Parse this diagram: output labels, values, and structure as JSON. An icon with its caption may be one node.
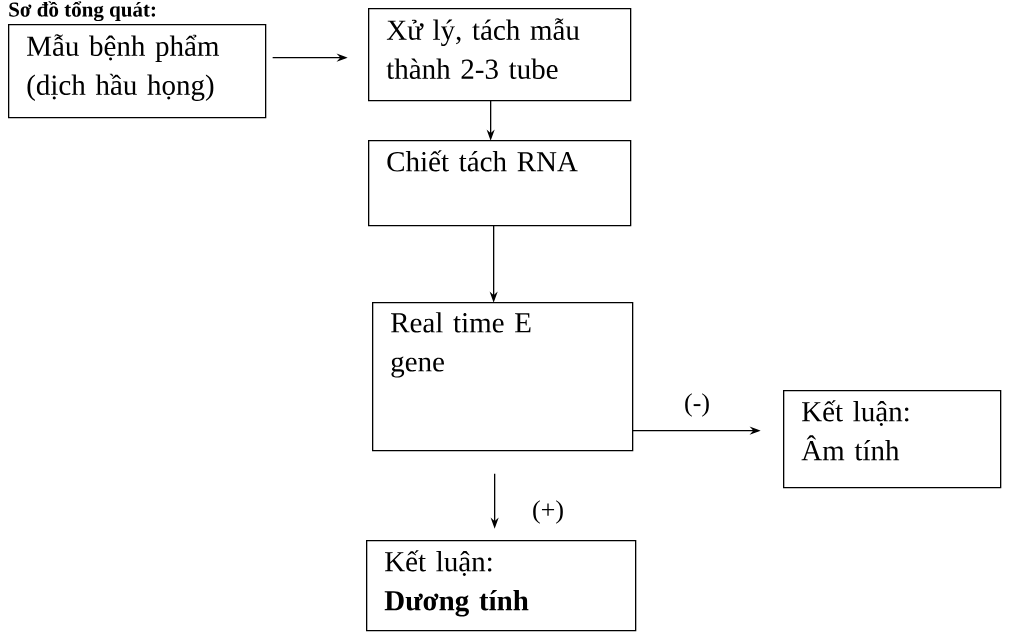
{
  "diagram": {
    "title": "Sơ đồ tổng quát:",
    "nodes": [
      {
        "text": [
          "Mẫu bệnh phẩm (dịch hầu họng)"
        ]
      },
      {
        "text": [
          "Xử lý, tách mẫu thành 2-3 tube"
        ]
      },
      {
        "text": [
          "Chiết tách RNA"
        ]
      },
      {
        "text": [
          "Real time E gene"
        ]
      },
      {
        "text": [
          "Kết luận: Âm tính"
        ]
      },
      {
        "text": [
          "Kết luận: **Dương tính**"
        ]
      }
    ],
    "edges": [
      {
        "from": 0,
        "to": 1,
        "arrow": "to"
      },
      {
        "from": 1,
        "to": 2,
        "arrow": "to"
      },
      {
        "from": 2,
        "to": 3,
        "arrow": "to"
      },
      {
        "from": 3,
        "to": 4,
        "arrow": "to",
        "label": "(-)"
      },
      {
        "from": 3,
        "to": 5,
        "arrow": "to",
        "label": "(+)"
      }
    ]
  }
}
